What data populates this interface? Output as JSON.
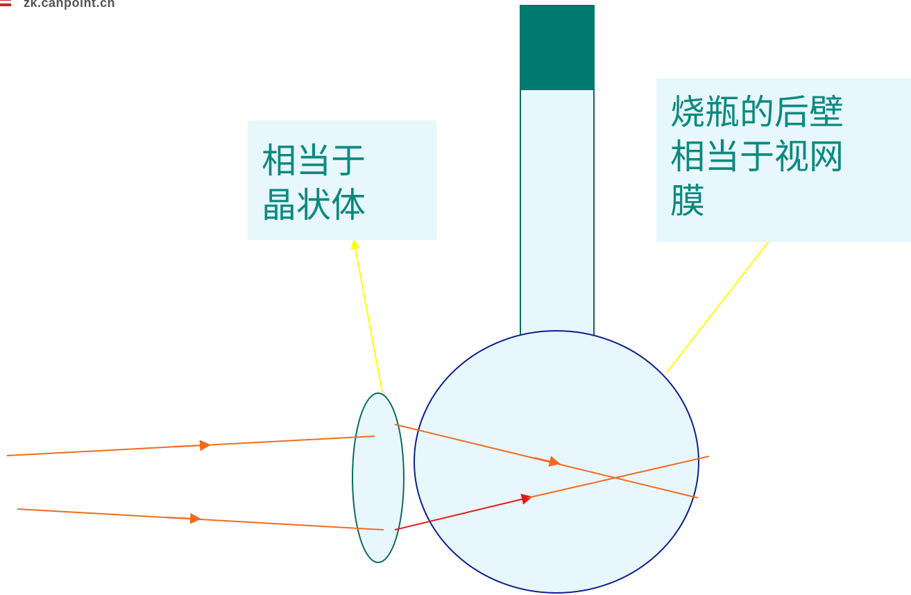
{
  "watermark": {
    "text": "zk.canpoint.cn",
    "icon": "logo-icon"
  },
  "labels": {
    "lens": [
      "相当于",
      "晶状体"
    ],
    "retina": [
      "烧瓶的后壁",
      "相当于视网",
      "膜"
    ]
  },
  "colors": {
    "flask_fill": "#e8f6fd",
    "flask_outline": "#0d1f8c",
    "liquid": "#007a6e",
    "lens_outline": "#0a6b5e",
    "ray_orange": "#f26b1d",
    "ray_red": "#e01b1b",
    "pointer_yellow": "#ffff00",
    "label_text": "#0a8a80",
    "label_bg": "#e8f6fd"
  }
}
